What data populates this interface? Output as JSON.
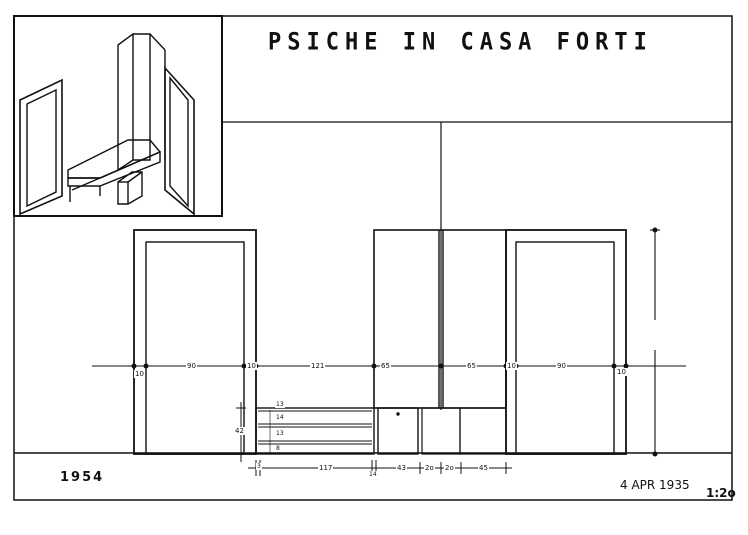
{
  "title": "PSICHE  IN  CASA   FORTI",
  "year": "1954",
  "date": "4 APR 1935",
  "scale": "1:2o",
  "dimensions": {
    "door_left_frame": "10",
    "door_left_width": "90",
    "door_left_frame_r": "10",
    "gap_121": "121",
    "cabinet_65a": "65",
    "cabinet_65b": "65",
    "door_right_frame": "10",
    "door_right_width": "90",
    "door_right_frame_r": "10",
    "shelf_h1": "13",
    "shelf_h2": "14",
    "shelf_h3": "13",
    "shelf_h4": "8",
    "shelf_total": "42",
    "bottom_3": "3",
    "bottom_117": "117",
    "bottom_14": "14",
    "bottom_43": "43",
    "bottom_20a": "2o",
    "bottom_20b": "2o",
    "bottom_45": "45"
  }
}
